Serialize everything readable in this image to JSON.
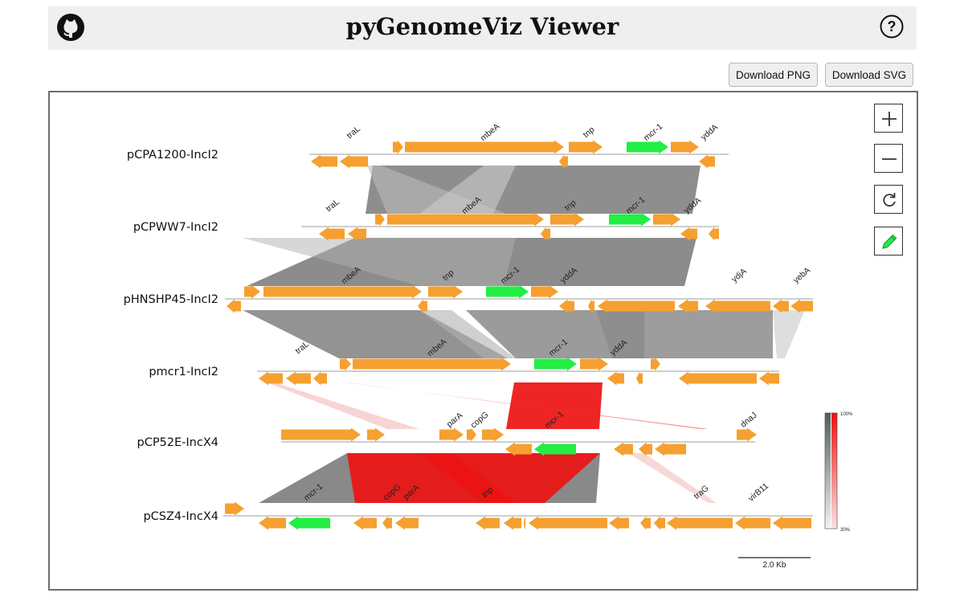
{
  "header": {
    "title": "pyGenomeViz Viewer",
    "github_icon": "github-icon",
    "help_icon": "help-circle-icon"
  },
  "toolbar": {
    "download_png": "Download PNG",
    "download_svg": "Download SVG"
  },
  "tools": [
    {
      "name": "zoom-in-button",
      "icon": "plus-icon"
    },
    {
      "name": "zoom-out-button",
      "icon": "minus-icon"
    },
    {
      "name": "reset-view-button",
      "icon": "refresh-icon"
    },
    {
      "name": "edit-button",
      "icon": "pencil-icon"
    }
  ],
  "colors": {
    "gene": "#f5a030",
    "highlight_gene": "#22ee44",
    "link_normal": "#777777",
    "link_inverted": "#ee1111",
    "track_line": "#bdbdbd"
  },
  "colorbar": {
    "max_label": "100%",
    "min_label": "30%"
  },
  "scalebar": {
    "label": "2.0 Kb"
  },
  "tracks": [
    {
      "name": "pCPA1200-IncI2"
    },
    {
      "name": "pCPWW7-IncI2"
    },
    {
      "name": "pHNSHP45-IncI2"
    },
    {
      "name": "pmcr1-IncI2"
    },
    {
      "name": "pCP52E-IncX4"
    },
    {
      "name": "pCSZ4-IncX4"
    }
  ],
  "gene_labels": [
    "traL",
    "mbeA",
    "tnp",
    "mcr-1",
    "yddA",
    "traL",
    "mbeA",
    "tnp",
    "mcr-1",
    "yddA",
    "mbeA",
    "tnp",
    "mcr-1",
    "yddA",
    "ydjA",
    "yebA",
    "traL",
    "mbeA",
    "mcr-1",
    "yddA",
    "parA",
    "copG",
    "mcr-1",
    "dnaJ",
    "mcr-1",
    "copG",
    "parA",
    "tnp",
    "traG",
    "virB11"
  ]
}
